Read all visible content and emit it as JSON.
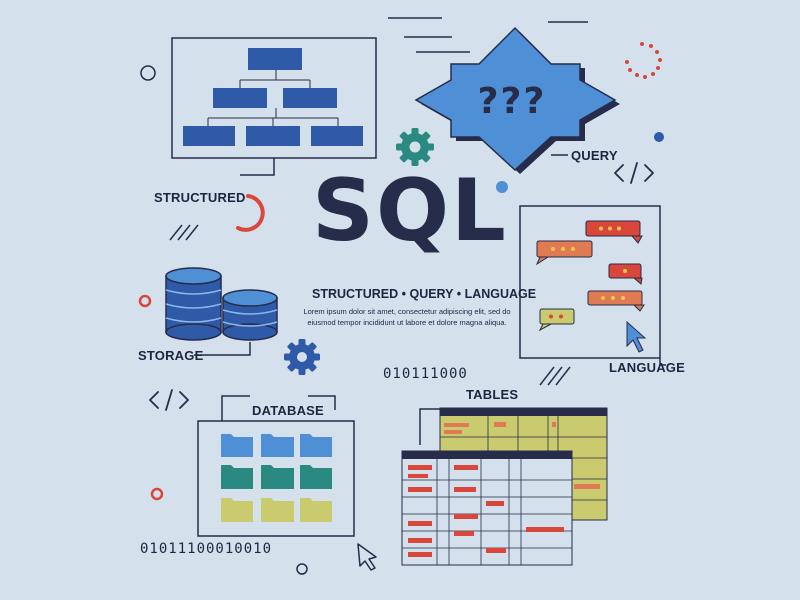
{
  "title": "SQL",
  "subtitle": {
    "part1": "STRUCTURED",
    "part2": "QUERY",
    "part3": "LANGUAGE",
    "separator": "•"
  },
  "body_text": "Lorem ipsum dolor sit amet, consectetur adipiscing elit, sed do eiusmod tempor incididunt ut labore et dolore magna aliqua.",
  "labels": {
    "structured": "STRUCTURED",
    "query": "QUERY",
    "storage": "STORAGE",
    "language": "LANGUAGE",
    "database": "DATABASE",
    "tables": "TABLES"
  },
  "query_symbol": "???",
  "binary": {
    "top": "010111000",
    "bottom": "01011100010010"
  },
  "code_tag": "</>",
  "colors": {
    "background": "#d4e0ec",
    "navy": "#262c4a",
    "blue": "#2f5aa8",
    "light_blue": "#4f8fd6",
    "teal": "#2a8a82",
    "red": "#d9473b",
    "yellow": "#c9cb6e",
    "orange": "#e07a52"
  },
  "icons": [
    "gear-icon",
    "cursor-icon",
    "code-icon",
    "database-icon",
    "folder-icon",
    "chat-bubble-icon",
    "loading-icon"
  ]
}
